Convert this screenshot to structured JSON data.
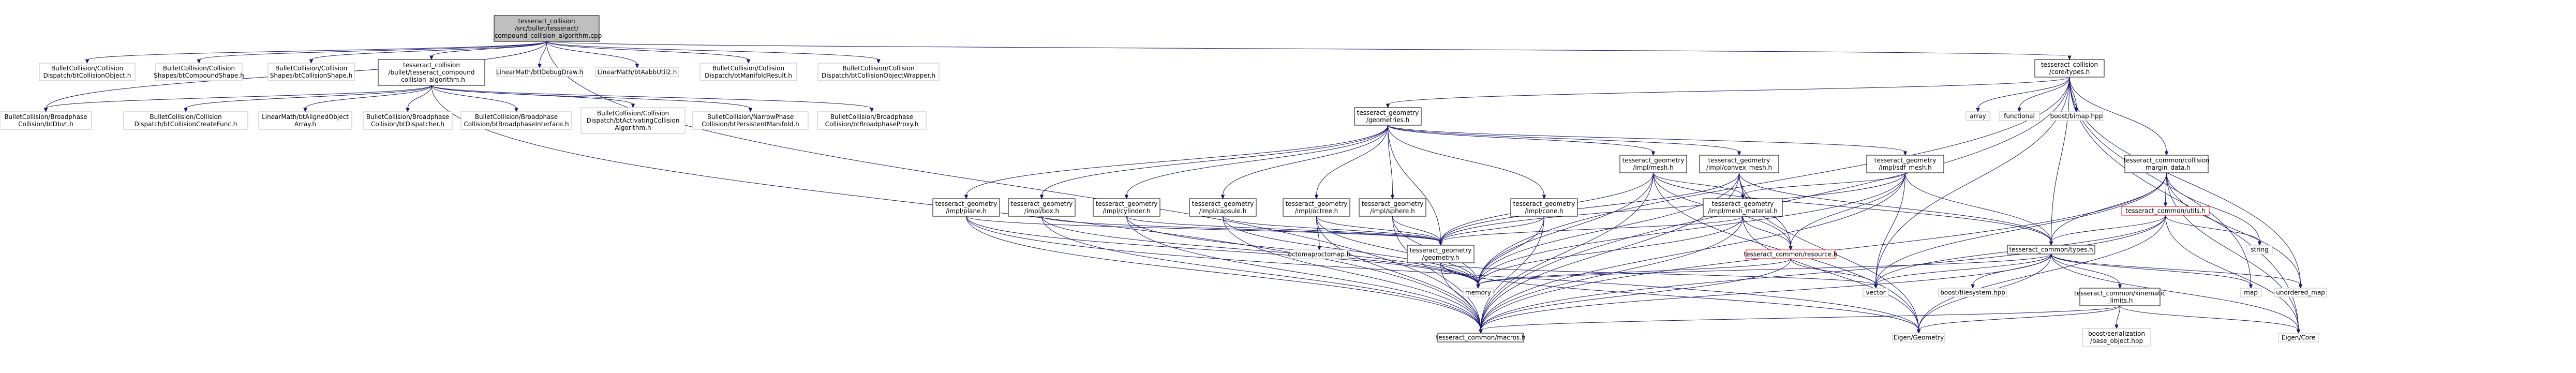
{
  "graph": {
    "colors": {
      "edge": "#191970",
      "text": "#000000",
      "root_fill": "#bfbfbf",
      "root_stroke": "#000000",
      "internal_fill": "#ffffff",
      "internal_stroke": "#000000",
      "external_fill": "#ffffff",
      "external_stroke": "#bfbfbf",
      "missing_stroke": "#ff0000"
    },
    "nodes": [
      {
        "id": "root",
        "label": [
          "tesseract_collision",
          "/src/bullet/tesseract/",
          "_compound_collision_algorithm.cpp"
        ],
        "kind": "root"
      },
      {
        "id": "bccdo",
        "label": [
          "BulletCollision/Collision",
          "Dispatch/btCollisionObject.h"
        ],
        "kind": "external"
      },
      {
        "id": "bccs",
        "label": [
          "BulletCollision/Collision",
          "Shapes/btCompoundShape.h"
        ],
        "kind": "external"
      },
      {
        "id": "bcshape",
        "label": [
          "BulletCollision/Collision",
          "Shapes/btCollisionShape.h"
        ],
        "kind": "external"
      },
      {
        "id": "tcah",
        "label": [
          "tesseract_collision",
          "/bullet/tesseract_compound",
          "_collision_algorithm.h"
        ],
        "kind": "internal"
      },
      {
        "id": "lmdd",
        "label": [
          "LinearMath/btIDebugDraw.h"
        ],
        "kind": "external"
      },
      {
        "id": "lmaabb",
        "label": [
          "LinearMath/btAabbUtil2.h"
        ],
        "kind": "external"
      },
      {
        "id": "bcmr",
        "label": [
          "BulletCollision/Collision",
          "Dispatch/btManifoldResult.h"
        ],
        "kind": "external"
      },
      {
        "id": "bccow",
        "label": [
          "BulletCollision/Collision",
          "Dispatch/btCollisionObjectWrapper.h"
        ],
        "kind": "external"
      },
      {
        "id": "bpdbvt",
        "label": [
          "BulletCollision/Broadphase",
          "Collision/btDbvt.h"
        ],
        "kind": "external"
      },
      {
        "id": "bccf",
        "label": [
          "BulletCollision/Collision",
          "Dispatch/btCollisionCreateFunc.h"
        ],
        "kind": "external"
      },
      {
        "id": "lmao",
        "label": [
          "LinearMath/btAlignedObject",
          "Array.h"
        ],
        "kind": "external"
      },
      {
        "id": "bpdisp",
        "label": [
          "BulletCollision/Broadphase",
          "Collision/btDispatcher.h"
        ],
        "kind": "external"
      },
      {
        "id": "bpbi",
        "label": [
          "BulletCollision/Broadphase",
          "Collision/btBroadphaseInterface.h"
        ],
        "kind": "external"
      },
      {
        "id": "bcact",
        "label": [
          "BulletCollision/Collision",
          "Dispatch/btActivatingCollision",
          "Algorithm.h"
        ],
        "kind": "external"
      },
      {
        "id": "npm",
        "label": [
          "BulletCollision/NarrowPhase",
          "Collision/btPersistentManifold.h"
        ],
        "kind": "external"
      },
      {
        "id": "bpbp",
        "label": [
          "BulletCollision/Broadphase",
          "Collision/btBroadphaseProxy.h"
        ],
        "kind": "external"
      },
      {
        "id": "tctypes",
        "label": [
          "tesseract_collision",
          "/core/types.h"
        ],
        "kind": "internal"
      },
      {
        "id": "array",
        "label": [
          "array"
        ],
        "kind": "external"
      },
      {
        "id": "functional",
        "label": [
          "functional"
        ],
        "kind": "external"
      },
      {
        "id": "boostbimap",
        "label": [
          "boost/bimap.hpp"
        ],
        "kind": "external"
      },
      {
        "id": "tggeoms",
        "label": [
          "tesseract_geometry",
          "/geometries.h"
        ],
        "kind": "internal"
      },
      {
        "id": "tcmargin",
        "label": [
          "tesseract_common/collision",
          "_margin_data.h"
        ],
        "kind": "internal"
      },
      {
        "id": "tgmesh",
        "label": [
          "tesseract_geometry",
          "/impl/mesh.h"
        ],
        "kind": "internal"
      },
      {
        "id": "tgconvex",
        "label": [
          "tesseract_geometry",
          "/impl/convex_mesh.h"
        ],
        "kind": "internal"
      },
      {
        "id": "tgsdf",
        "label": [
          "tesseract_geometry",
          "/impl/sdf_mesh.h"
        ],
        "kind": "internal"
      },
      {
        "id": "tcutils",
        "label": [
          "tesseract_common/utils.h"
        ],
        "kind": "missing"
      },
      {
        "id": "string",
        "label": [
          "string"
        ],
        "kind": "external"
      },
      {
        "id": "tgplane",
        "label": [
          "tesseract_geometry",
          "/impl/plane.h"
        ],
        "kind": "internal"
      },
      {
        "id": "tgbox",
        "label": [
          "tesseract_geometry",
          "/impl/box.h"
        ],
        "kind": "internal"
      },
      {
        "id": "tgcyl",
        "label": [
          "tesseract_geometry",
          "/impl/cylinder.h"
        ],
        "kind": "internal"
      },
      {
        "id": "tgcaps",
        "label": [
          "tesseract_geometry",
          "/impl/capsule.h"
        ],
        "kind": "internal"
      },
      {
        "id": "tgoct",
        "label": [
          "tesseract_geometry",
          "/impl/octree.h"
        ],
        "kind": "internal"
      },
      {
        "id": "tgsph",
        "label": [
          "tesseract_geometry",
          "/impl/sphere.h"
        ],
        "kind": "internal"
      },
      {
        "id": "tgcone",
        "label": [
          "tesseract_geometry",
          "/impl/cone.h"
        ],
        "kind": "internal"
      },
      {
        "id": "tgmat",
        "label": [
          "tesseract_geometry",
          "/impl/mesh_material.h"
        ],
        "kind": "internal"
      },
      {
        "id": "octomap",
        "label": [
          "octomap/octomap.h"
        ],
        "kind": "external"
      },
      {
        "id": "tggeom",
        "label": [
          "tesseract_geometry",
          "/geometry.h"
        ],
        "kind": "internal"
      },
      {
        "id": "tcres",
        "label": [
          "tesseract_common/resource.h"
        ],
        "kind": "missing"
      },
      {
        "id": "tccommontypes",
        "label": [
          "tesseract_common/types.h"
        ],
        "kind": "internal"
      },
      {
        "id": "map",
        "label": [
          "map"
        ],
        "kind": "external"
      },
      {
        "id": "umap",
        "label": [
          "unordered_map"
        ],
        "kind": "external"
      },
      {
        "id": "vector",
        "label": [
          "vector"
        ],
        "kind": "external"
      },
      {
        "id": "memory",
        "label": [
          "memory"
        ],
        "kind": "external"
      },
      {
        "id": "boostfs",
        "label": [
          "boost/filesystem.hpp"
        ],
        "kind": "external"
      },
      {
        "id": "tckin",
        "label": [
          "tesseract_common/kinematic",
          "_limits.h"
        ],
        "kind": "internal"
      },
      {
        "id": "tcmacros",
        "label": [
          "tesseract_common/macros.h"
        ],
        "kind": "internal"
      },
      {
        "id": "eigeo",
        "label": [
          "Eigen/Geometry"
        ],
        "kind": "external"
      },
      {
        "id": "boostser",
        "label": [
          "boost/serialization",
          "/base_object.hpp"
        ],
        "kind": "external"
      },
      {
        "id": "eicore",
        "label": [
          "Eigen/Core"
        ],
        "kind": "external"
      }
    ],
    "edges": [
      [
        "root",
        "bccdo"
      ],
      [
        "root",
        "bccs"
      ],
      [
        "root",
        "bcshape"
      ],
      [
        "root",
        "tcah"
      ],
      [
        "root",
        "lmdd"
      ],
      [
        "root",
        "lmaabb"
      ],
      [
        "root",
        "bcmr"
      ],
      [
        "root",
        "bccow"
      ],
      [
        "root",
        "bpdbvt"
      ],
      [
        "root",
        "tctypes"
      ],
      [
        "root",
        "tcmacros"
      ],
      [
        "tcah",
        "bccf"
      ],
      [
        "tcah",
        "lmao"
      ],
      [
        "tcah",
        "bpdisp"
      ],
      [
        "tcah",
        "bpbi"
      ],
      [
        "tcah",
        "bcact"
      ],
      [
        "tcah",
        "npm"
      ],
      [
        "tcah",
        "bpbp"
      ],
      [
        "tcah",
        "bpdbvt"
      ],
      [
        "tcah",
        "tcmacros"
      ],
      [
        "tctypes",
        "array"
      ],
      [
        "tctypes",
        "functional"
      ],
      [
        "tctypes",
        "boostbimap"
      ],
      [
        "tctypes",
        "tggeoms"
      ],
      [
        "tctypes",
        "tcmargin"
      ],
      [
        "tctypes",
        "tccommontypes"
      ],
      [
        "tctypes",
        "vector"
      ],
      [
        "tctypes",
        "memory"
      ],
      [
        "tctypes",
        "map"
      ],
      [
        "tctypes",
        "umap"
      ],
      [
        "tctypes",
        "eicore"
      ],
      [
        "tctypes",
        "tcmacros"
      ],
      [
        "tggeoms",
        "tgplane"
      ],
      [
        "tggeoms",
        "tgbox"
      ],
      [
        "tggeoms",
        "tgcyl"
      ],
      [
        "tggeoms",
        "tgcaps"
      ],
      [
        "tggeoms",
        "tgoct"
      ],
      [
        "tggeoms",
        "tgsph"
      ],
      [
        "tggeoms",
        "tgcone"
      ],
      [
        "tggeoms",
        "tgmesh"
      ],
      [
        "tggeoms",
        "tgconvex"
      ],
      [
        "tggeoms",
        "tgsdf"
      ],
      [
        "tggeoms",
        "tggeom"
      ],
      [
        "tgplane",
        "tggeom"
      ],
      [
        "tgplane",
        "memory"
      ],
      [
        "tgplane",
        "tcmacros"
      ],
      [
        "tgplane",
        "eigeo"
      ],
      [
        "tgbox",
        "tggeom"
      ],
      [
        "tgbox",
        "memory"
      ],
      [
        "tgbox",
        "tcmacros"
      ],
      [
        "tgcyl",
        "tggeom"
      ],
      [
        "tgcyl",
        "memory"
      ],
      [
        "tgcyl",
        "tcmacros"
      ],
      [
        "tgcaps",
        "tggeom"
      ],
      [
        "tgcaps",
        "memory"
      ],
      [
        "tgcaps",
        "tcmacros"
      ],
      [
        "tgoct",
        "octomap"
      ],
      [
        "tgoct",
        "tggeom"
      ],
      [
        "tgoct",
        "memory"
      ],
      [
        "tgoct",
        "tcmacros"
      ],
      [
        "tgsph",
        "tggeom"
      ],
      [
        "tgsph",
        "memory"
      ],
      [
        "tgsph",
        "tcmacros"
      ],
      [
        "tgcone",
        "tggeom"
      ],
      [
        "tgcone",
        "memory"
      ],
      [
        "tgcone",
        "tcmacros"
      ],
      [
        "tgmesh",
        "tggeom"
      ],
      [
        "tgmesh",
        "tgmat"
      ],
      [
        "tgmesh",
        "tcres"
      ],
      [
        "tgmesh",
        "tccommontypes"
      ],
      [
        "tgmesh",
        "memory"
      ],
      [
        "tgmesh",
        "tcmacros"
      ],
      [
        "tgmesh",
        "eigeo"
      ],
      [
        "tgconvex",
        "tggeom"
      ],
      [
        "tgconvex",
        "tgmat"
      ],
      [
        "tgconvex",
        "tcres"
      ],
      [
        "tgconvex",
        "tccommontypes"
      ],
      [
        "tgconvex",
        "memory"
      ],
      [
        "tgconvex",
        "tcmacros"
      ],
      [
        "tgconvex",
        "eigeo"
      ],
      [
        "tgsdf",
        "tggeom"
      ],
      [
        "tgsdf",
        "tgmat"
      ],
      [
        "tgsdf",
        "tcres"
      ],
      [
        "tgsdf",
        "tccommontypes"
      ],
      [
        "tgsdf",
        "memory"
      ],
      [
        "tgsdf",
        "tcmacros"
      ],
      [
        "tgsdf",
        "vector"
      ],
      [
        "tgmat",
        "tggeom"
      ],
      [
        "tgmat",
        "tcres"
      ],
      [
        "tgmat",
        "memory"
      ],
      [
        "tgmat",
        "tcmacros"
      ],
      [
        "tgmat",
        "eigeo"
      ],
      [
        "tggeom",
        "memory"
      ],
      [
        "tggeom",
        "tcmacros"
      ],
      [
        "tggeom",
        "vector"
      ],
      [
        "tggeom",
        "eigeo"
      ],
      [
        "tcres",
        "vector"
      ],
      [
        "tcres",
        "memory"
      ],
      [
        "tcres",
        "tcmacros"
      ],
      [
        "tcmargin",
        "tcutils"
      ],
      [
        "tcmargin",
        "tccommontypes"
      ],
      [
        "tcmargin",
        "string"
      ],
      [
        "tcmargin",
        "umap"
      ],
      [
        "tcmargin",
        "vector"
      ],
      [
        "tcmargin",
        "tcmacros"
      ],
      [
        "tcmargin",
        "eicore"
      ],
      [
        "tcutils",
        "tccommontypes"
      ],
      [
        "tcutils",
        "vector"
      ],
      [
        "tcutils",
        "string"
      ],
      [
        "tcutils",
        "tcmacros"
      ],
      [
        "tcutils",
        "eicore"
      ],
      [
        "tcutils",
        "eigeo"
      ],
      [
        "tccommontypes",
        "vector"
      ],
      [
        "tccommontypes",
        "map"
      ],
      [
        "tccommontypes",
        "umap"
      ],
      [
        "tccommontypes",
        "memory"
      ],
      [
        "tccommontypes",
        "boostfs"
      ],
      [
        "tccommontypes",
        "tckin"
      ],
      [
        "tccommontypes",
        "tcmacros"
      ],
      [
        "tccommontypes",
        "eigeo"
      ],
      [
        "tccommontypes",
        "eicore"
      ],
      [
        "tckin",
        "tcmacros"
      ],
      [
        "tckin",
        "eicore"
      ],
      [
        "tckin",
        "boostser"
      ],
      [
        "tckin",
        "eigeo"
      ]
    ]
  }
}
